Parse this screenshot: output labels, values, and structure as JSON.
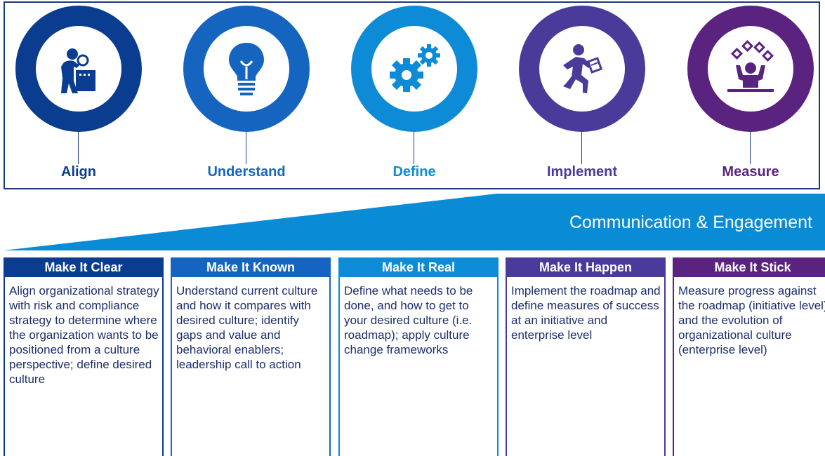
{
  "steps": [
    {
      "label": "Align",
      "icon": "inspector-magnifier-icon",
      "color": "#0a3d8f",
      "label_color": "#0a3d8f"
    },
    {
      "label": "Understand",
      "icon": "lightbulb-icon",
      "color": "#1565c0",
      "label_color": "#1565c0"
    },
    {
      "label": "Define",
      "icon": "gears-icon",
      "color": "#0e8bd6",
      "label_color": "#0e8bd6"
    },
    {
      "label": "Implement",
      "icon": "running-person-icon",
      "color": "#4a3a9a",
      "label_color": "#4a3a9a"
    },
    {
      "label": "Measure",
      "icon": "juggling-person-icon",
      "color": "#5a237f",
      "label_color": "#5a237f"
    }
  ],
  "banner": {
    "text": "Communication & Engagement",
    "color": "#0a8bd6"
  },
  "columns": [
    {
      "header": "Make It Clear",
      "color": "#0a3d8f",
      "text": "Align organizational strategy with risk and compliance strategy to determine where the organization wants to be positioned from a culture perspective; define desired culture"
    },
    {
      "header": "Make It Known",
      "color": "#1565c0",
      "text": "Understand current culture and how it compares with desired culture; identify gaps and value and behavioral enablers; leadership call to action"
    },
    {
      "header": "Make It Real",
      "color": "#0e8bd6",
      "text": "Define what needs to be done, and how to get to your desired culture (i.e. roadmap); apply culture change frameworks"
    },
    {
      "header": "Make It Happen",
      "color": "#4a3a9a",
      "text": "Implement the roadmap and define measures of success at an initiative and enterprise level"
    },
    {
      "header": "Make It Stick",
      "color": "#5a237f",
      "text": "Measure progress against the roadmap (initiative level) and the evolution of organizational culture (enterprise level)"
    }
  ]
}
